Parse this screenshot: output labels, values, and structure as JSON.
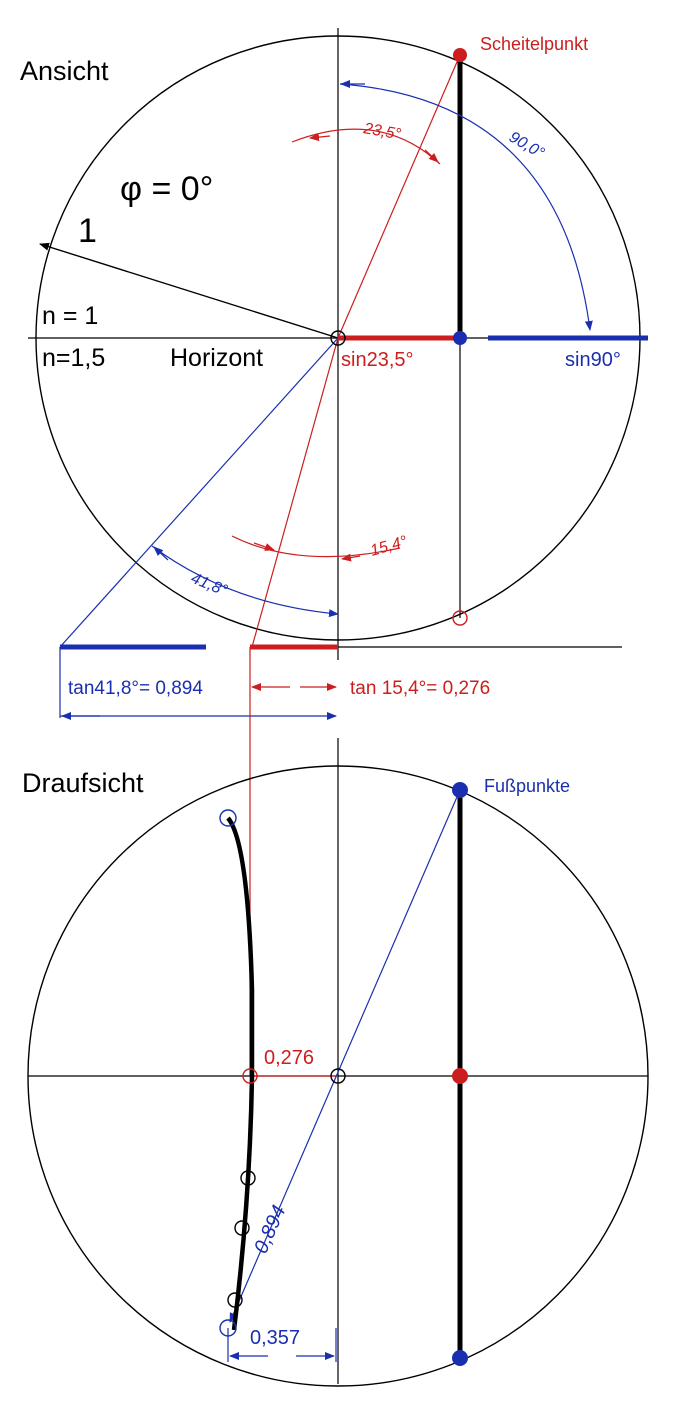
{
  "colors": {
    "black": "#000000",
    "red": "#cc1e1e",
    "blue": "#1a2fb0",
    "background": "#ffffff"
  },
  "view_top": {
    "title": "Ansicht",
    "phi_label": "φ = 0°",
    "radius_label": "1",
    "n1_label": "n = 1",
    "n2_label": "n=1,5",
    "horizon_label": "Horizont",
    "zenith_label": "Scheitelpunkt",
    "angle_23_label": "23,5°",
    "angle_90_label": "90,0°",
    "sin23_label": "sin23,5°",
    "sin90_label": "sin90°",
    "angle_15_label": "15,4°",
    "angle_41_label": "41,8°",
    "tan41_label": "tan41,8°= 0,894",
    "tan15_label": "tan 15,4°= 0,276"
  },
  "view_bottom": {
    "title": "Draufsicht",
    "foot_label": "Fußpunkte",
    "val_0276": "0,276",
    "val_0894": "0,894",
    "val_0357": "0,357"
  }
}
